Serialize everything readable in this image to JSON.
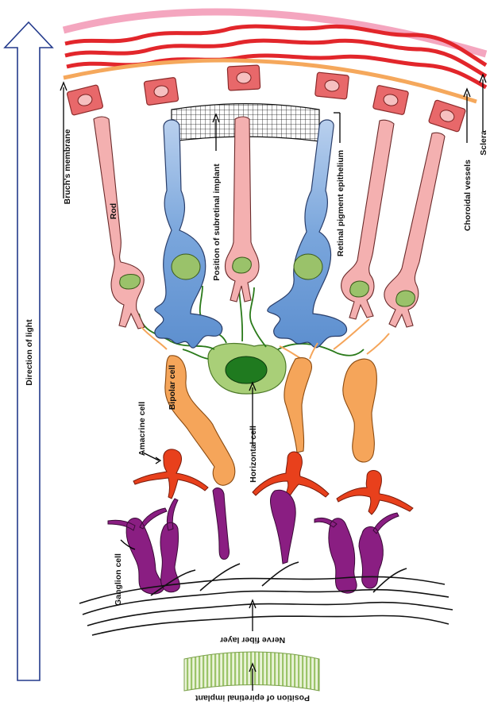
{
  "labels": {
    "direction_of_light": "Direction of light",
    "bruchs_membrane": "Bruch's membrane",
    "rod": "Rod",
    "position_subretinal": "Position of subretinal implant",
    "retinal_pigment_epithelium": "Retinal pigment epithelium",
    "choroidal_vessels": "Choroidal vessels",
    "sclera": "Sclera",
    "bipolar_cell": "Bipolar cell",
    "horizontal_cell": "Horizontal cell",
    "amacrine_cell": "Amacrine cell",
    "ganglion_cell": "Ganglion cell",
    "nerve_fiber_layer": "Nerve fiber layer",
    "position_epiretinal": "Position of epiretinal implant"
  },
  "colors": {
    "sclera_pink": "#f4a6bf",
    "choroid_red": "#e2262b",
    "bruch_orange": "#f5a85c",
    "rpe_cell": "#e8686a",
    "rod_pink": "#f4b0b0",
    "cone_blue": "#6f9fd6",
    "nucleus_green": "#9ac26a",
    "bipolar_orange": "#f5a55a",
    "horizontal_green": "#a9cf78",
    "horizontal_nucleus": "#1f7a1f",
    "amacrine_red": "#e8401c",
    "ganglion_purple": "#8a1e82",
    "epiretinal_green": "#bcd88a"
  }
}
